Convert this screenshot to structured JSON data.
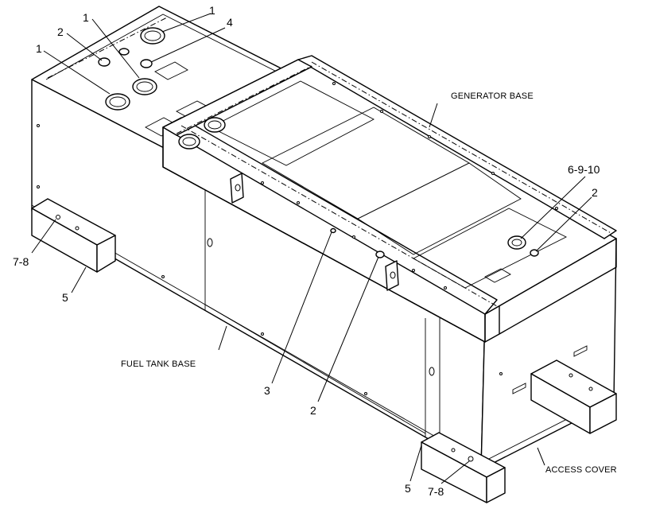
{
  "labels": {
    "generator_base": "GENERATOR BASE",
    "fuel_tank_base": "FUEL TANK BASE",
    "access_cover": "ACCESS COVER"
  },
  "callouts": {
    "c1_top": "1",
    "c1_mid": "1",
    "c1_left": "1",
    "c2_top": "2",
    "c4_top": "4",
    "c6_9_10": "6-9-10",
    "c2_right": "2",
    "c7_8_left": "7-8",
    "c5_left": "5",
    "c3_center": "3",
    "c2_center": "2",
    "c5_bottom": "5",
    "c7_8_bottom": "7-8"
  }
}
